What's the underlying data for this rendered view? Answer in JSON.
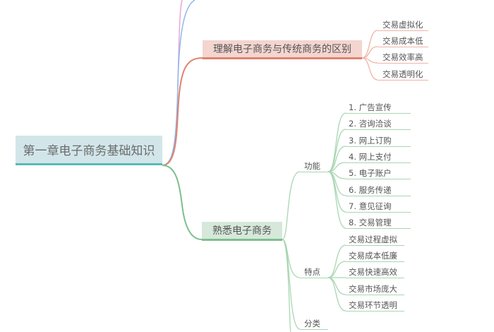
{
  "mindmap": {
    "root": {
      "label": "第一章电子商务基础知识"
    },
    "branches": [
      {
        "label": "理解电子商务与传统商务的区别",
        "color": "#e0826e",
        "children": [
          "交易虚拟化",
          "交易成本低",
          "交易效率高",
          "交易透明化"
        ]
      },
      {
        "label": "熟悉电子商务",
        "color": "#7cbf8c",
        "groups": [
          {
            "label": "功能",
            "children": [
              "1. 广告宣传",
              "2. 咨询洽谈",
              "3. 网上订购",
              "4. 网上支付",
              "5. 电子账户",
              "6. 服务传递",
              "7. 意见征询",
              "8. 交易管理"
            ]
          },
          {
            "label": "特点",
            "children": [
              "交易过程虚拟",
              "交易成本低廉",
              "交易快速高效",
              "交易市场庞大",
              "交易环节透明"
            ]
          },
          {
            "label": "分类",
            "children": []
          }
        ]
      }
    ],
    "offscreen_branch_colors": [
      "#e9a6d6",
      "#8db8ea"
    ]
  }
}
